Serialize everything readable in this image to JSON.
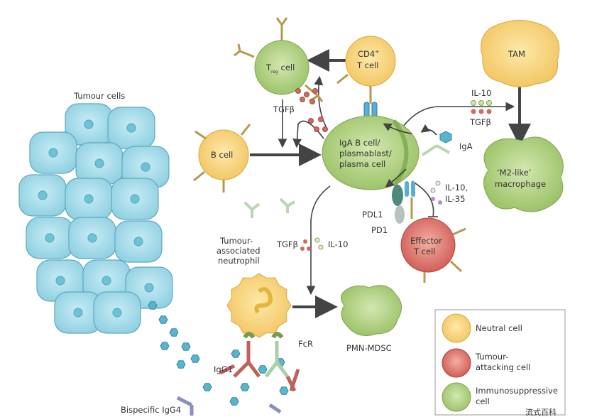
{
  "labels": {
    "tumour_cells": "Tumour cells",
    "treg_cell": "T",
    "treg_sub": "reg",
    "treg_suffix": " cell",
    "cd4_line1": "CD4",
    "cd4_sup": "+",
    "cd4_line2": "T cell",
    "tam": "TAM",
    "b_cell": "B cell",
    "iga_b_line1": "IgA B cell/",
    "iga_b_line2": "plasmablast/",
    "iga_b_line3": "plasma cell",
    "m2_line1": "‘M2-like’",
    "m2_line2": "macrophage",
    "effector_line1": "Effector",
    "effector_line2": "T cell",
    "neutrophil_line1": "Tumour-",
    "neutrophil_line2": "associated",
    "neutrophil_line3": "neutrophil",
    "pmn_mdsc": "PMN-MDSC",
    "tgfb_treg": "TGFβ",
    "il10_tam": "IL-10",
    "tgfb_tam": "TGFβ",
    "iga": "IgA",
    "il10_eff": "IL-10,",
    "il35_eff": "IL-35",
    "pdl1": "PDL1",
    "pd1": "PD1",
    "tgfb_neut": "TGFβ",
    "il10_neut": "IL-10",
    "fcr": "FcR",
    "igg1": "IgG1",
    "bispecific_igg4": "Bispecific IgG4"
  },
  "legend": {
    "items": [
      {
        "label_line1": "Neutral cell",
        "label_line2": "",
        "color": "#f7d98a"
      },
      {
        "label_line1": "Tumour-",
        "label_line2": "attacking cell",
        "color": "#d9706a"
      },
      {
        "label_line1": "Immunosuppressive",
        "label_line2": "cell",
        "color": "#9dc46a"
      }
    ]
  },
  "watermark": "流式百科",
  "colors": {
    "tumour": "#a9dcea",
    "neutral": "#f7d98a",
    "attacking": "#d9706a",
    "suppressive": "#a9cd7a"
  }
}
